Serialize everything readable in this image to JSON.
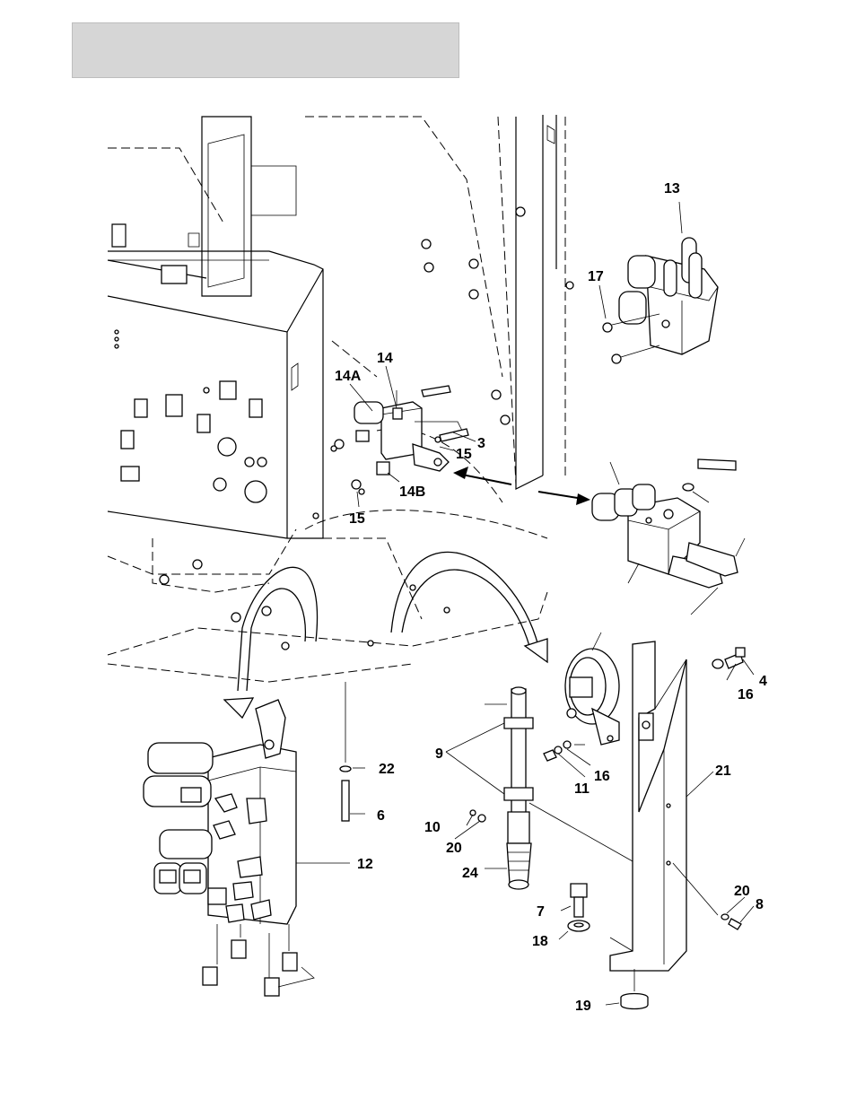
{
  "header": {
    "title": ""
  },
  "callouts": {
    "c3": "3",
    "c4": "4",
    "c6": "6",
    "c7": "7",
    "c8": "8",
    "c9": "9",
    "c10": "10",
    "c11": "11",
    "c12": "12",
    "c13": "13",
    "c14": "14",
    "c14a": "14A",
    "c14b": "14B",
    "c15a": "15",
    "c15b": "15",
    "c16a": "16",
    "c16b": "16",
    "c17": "17",
    "c18": "18",
    "c19": "19",
    "c20a": "20",
    "c20b": "20",
    "c21": "21",
    "c22": "22",
    "c24": "24"
  },
  "icons": [
    "curved-arrow-icon",
    "straight-arrow-icon"
  ]
}
